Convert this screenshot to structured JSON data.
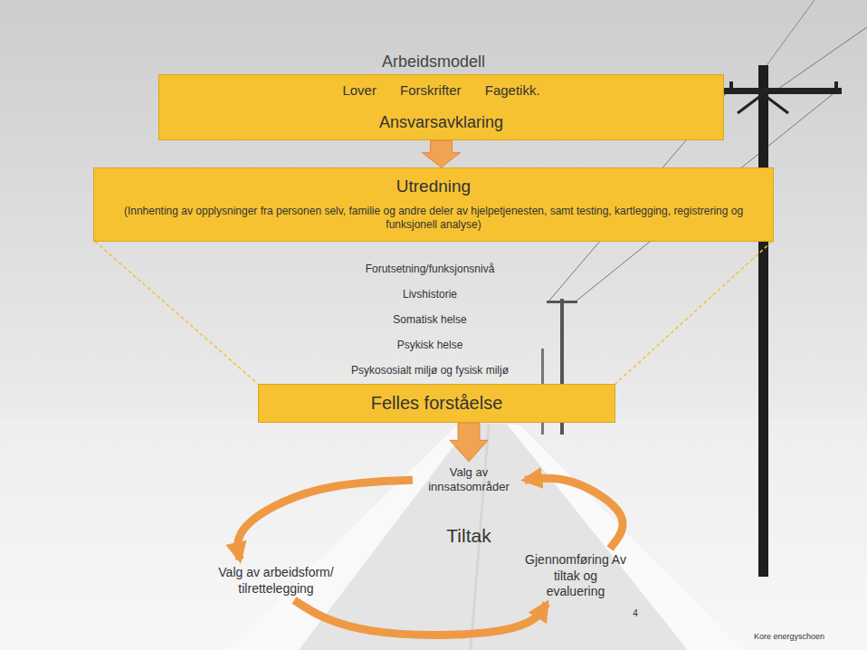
{
  "diagram": {
    "title": "Arbeidsmodell",
    "nodes": [
      {
        "text": [
          "Lover Forskrifter Fagetikk.",
          "Ansvarsavklaring"
        ]
      },
      {
        "text": [
          "Utredning",
          "(Innhenting av opplysninger fra personen selv, familie og andre deler av hjelpetjenesten, samt testing, kartlegging, registrering og funksjonell analyse)"
        ]
      },
      {
        "text": [
          "Felles forståelse"
        ]
      },
      {
        "text": [
          "Valg av innsatsområder"
        ]
      },
      {
        "text": [
          "Valg av arbeidsform/ tilrettelegging"
        ]
      },
      {
        "text": [
          "Gjennomføring Av tiltak og evaluering"
        ]
      }
    ],
    "edges": [
      {
        "from": 0,
        "to": 1,
        "arrow": "to"
      },
      {
        "from": 1,
        "to": 2,
        "arrow": "none"
      },
      {
        "from": 2,
        "to": 3,
        "arrow": "to"
      },
      {
        "from": 3,
        "to": 4,
        "arrow": "to"
      },
      {
        "from": 4,
        "to": 5,
        "arrow": "to"
      },
      {
        "from": 5,
        "to": 3,
        "arrow": "to"
      }
    ],
    "labels": [
      "Forutsetning/funksjonsnivå",
      "Livshistorie",
      "Somatisk helse",
      "Psykisk helse",
      "Psykososialt miljø og fysisk miljø",
      "Tiltak",
      "4",
      "Kore energyschoen"
    ]
  }
}
